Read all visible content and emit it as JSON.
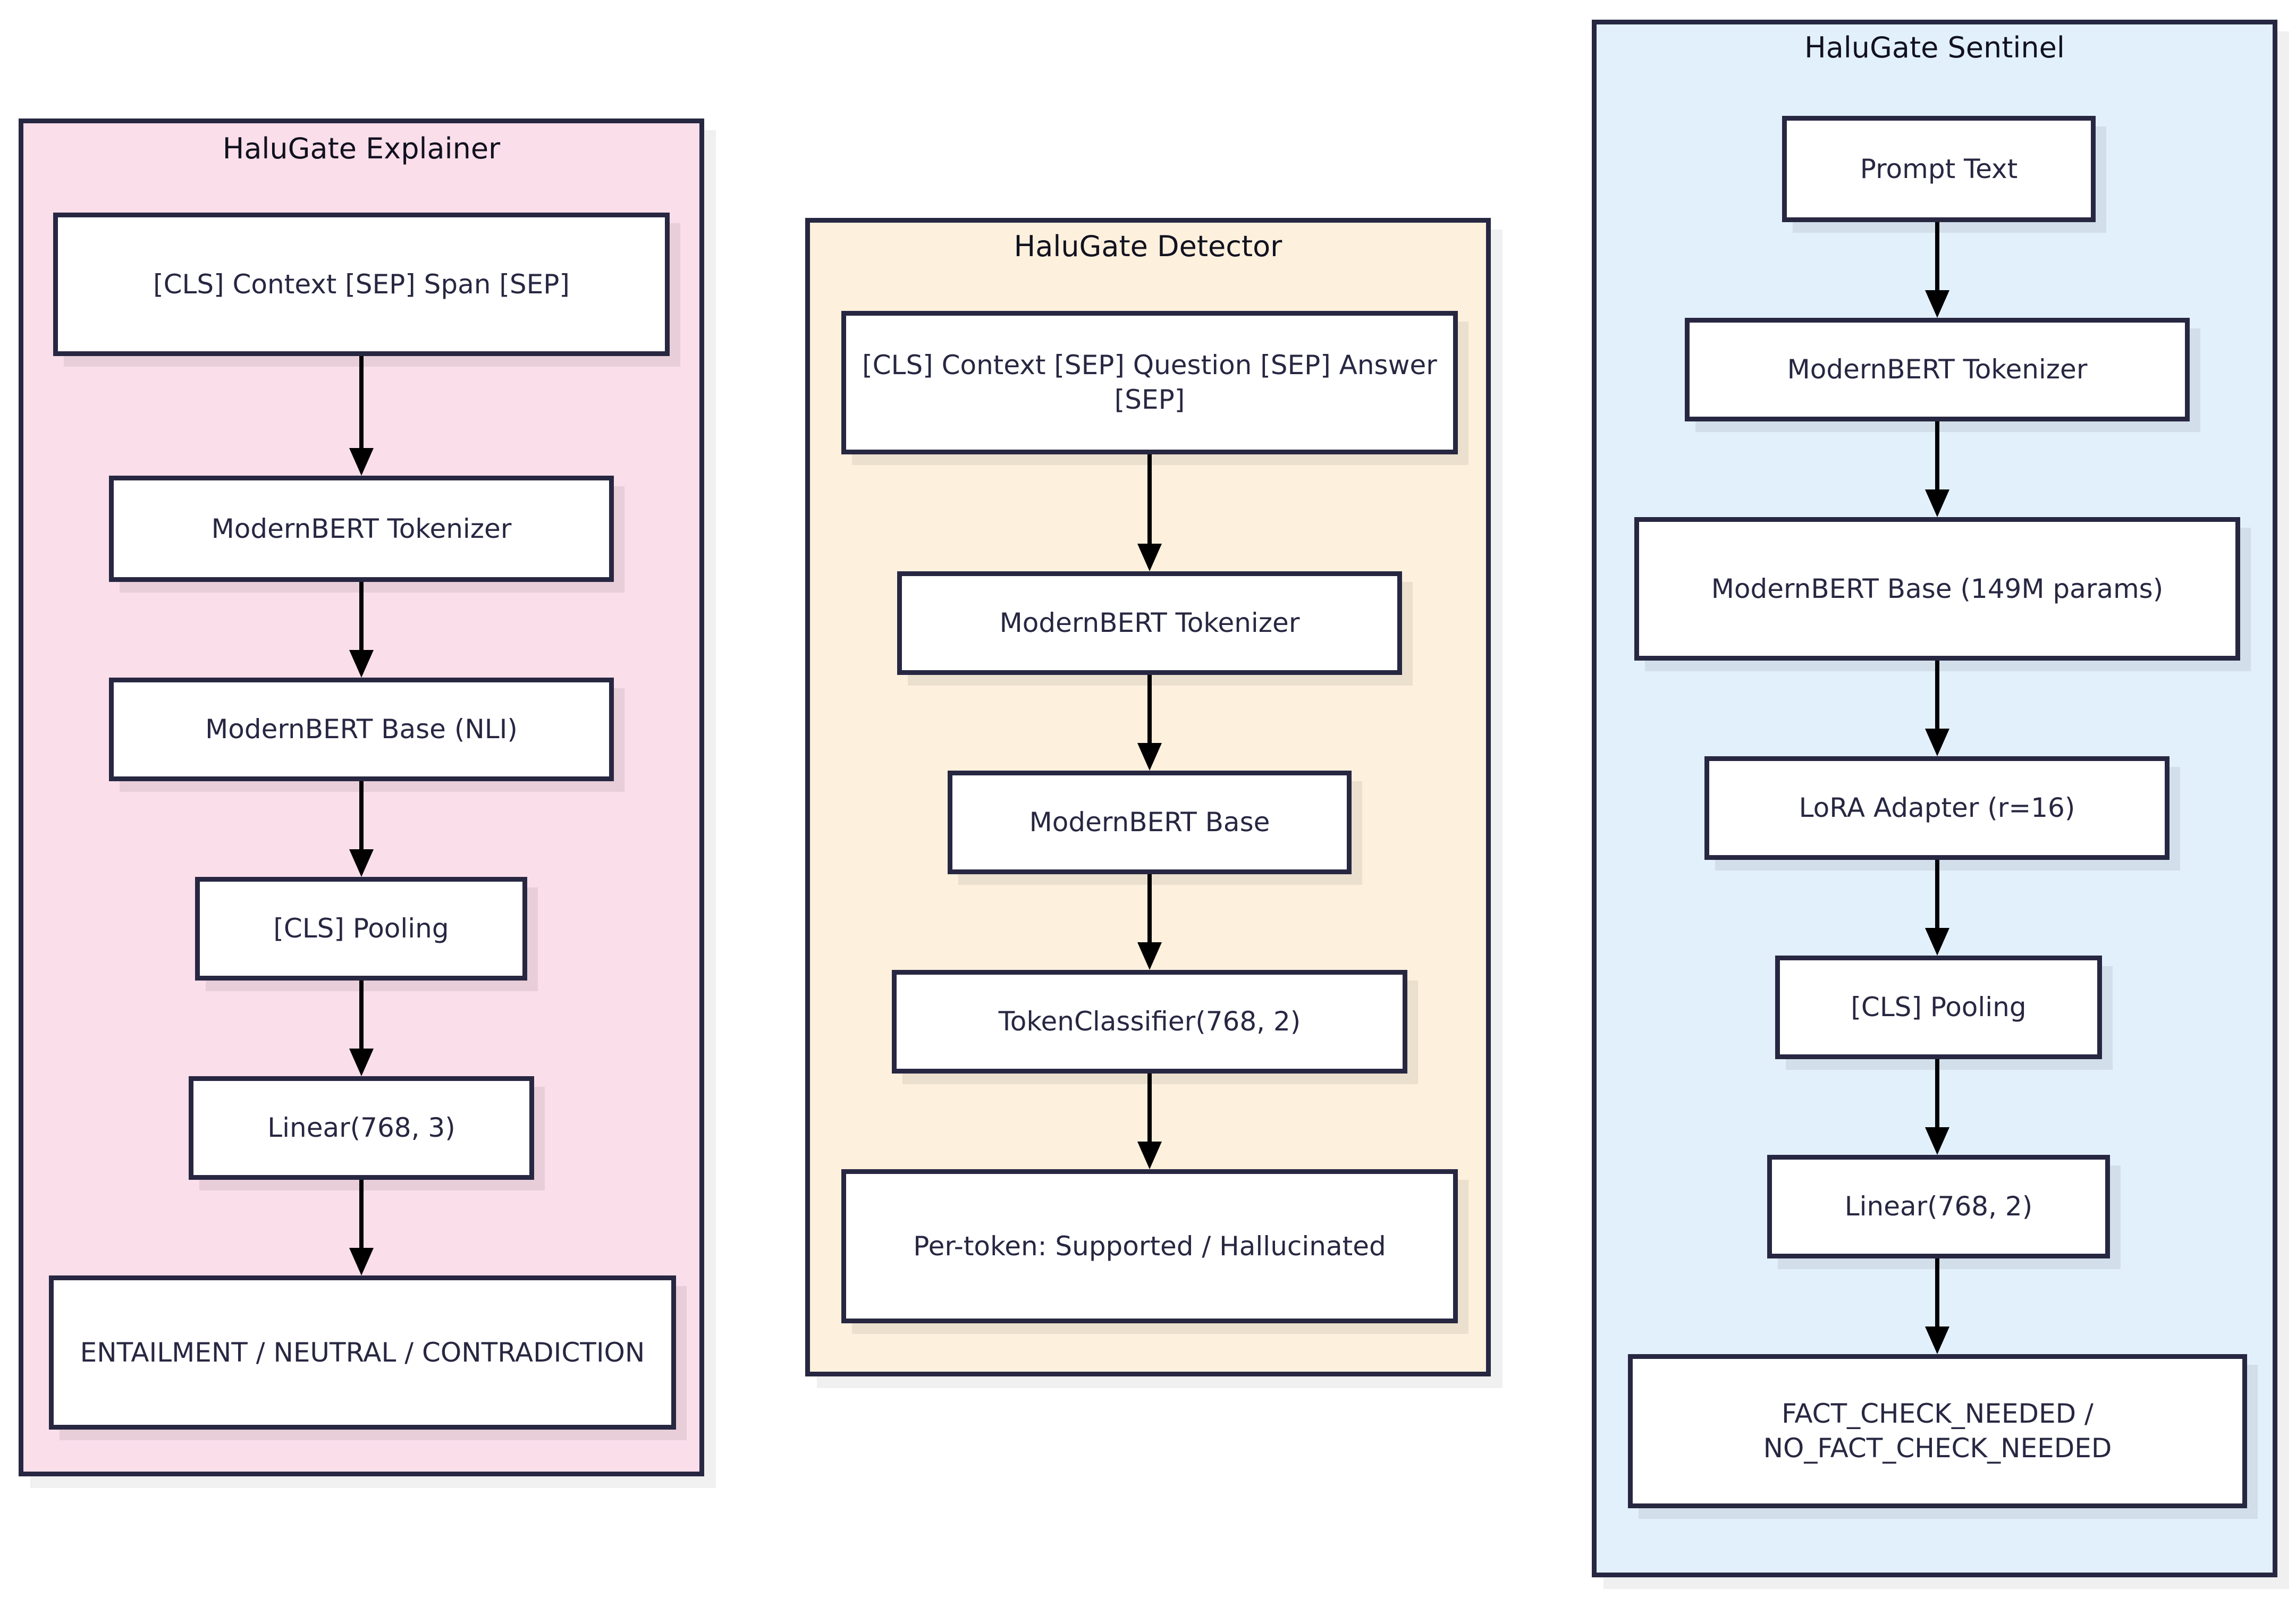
{
  "diagram": {
    "type": "flowchart",
    "orientation": "top-to-bottom",
    "lanes": [
      {
        "id": "explainer",
        "title": "HaluGate Explainer",
        "color": "#fadeea",
        "border_color": "#272742",
        "nodes": [
          {
            "id": "ex1",
            "label": "[CLS] Context [SEP] Span [SEP]"
          },
          {
            "id": "ex2",
            "label": "ModernBERT Tokenizer"
          },
          {
            "id": "ex3",
            "label": "ModernBERT Base (NLI)"
          },
          {
            "id": "ex4",
            "label": "[CLS] Pooling"
          },
          {
            "id": "ex5",
            "label": "Linear(768, 3)"
          },
          {
            "id": "ex6",
            "label": "ENTAILMENT / NEUTRAL / CONTRADICTION"
          }
        ],
        "edges": [
          {
            "from": "ex1",
            "to": "ex2"
          },
          {
            "from": "ex2",
            "to": "ex3"
          },
          {
            "from": "ex3",
            "to": "ex4"
          },
          {
            "from": "ex4",
            "to": "ex5"
          },
          {
            "from": "ex5",
            "to": "ex6"
          }
        ]
      },
      {
        "id": "detector",
        "title": "HaluGate Detector",
        "color": "#fdf0dd",
        "border_color": "#272742",
        "nodes": [
          {
            "id": "de1",
            "label": "[CLS] Context [SEP] Question [SEP] Answer [SEP]"
          },
          {
            "id": "de2",
            "label": "ModernBERT Tokenizer"
          },
          {
            "id": "de3",
            "label": "ModernBERT Base"
          },
          {
            "id": "de4",
            "label": "TokenClassifier(768, 2)"
          },
          {
            "id": "de5",
            "label": "Per-token: Supported / Hallucinated"
          }
        ],
        "edges": [
          {
            "from": "de1",
            "to": "de2"
          },
          {
            "from": "de2",
            "to": "de3"
          },
          {
            "from": "de3",
            "to": "de4"
          },
          {
            "from": "de4",
            "to": "de5"
          }
        ]
      },
      {
        "id": "sentinel",
        "title": "HaluGate Sentinel",
        "color": "#e2f0fc",
        "border_color": "#272742",
        "nodes": [
          {
            "id": "se1",
            "label": "Prompt Text"
          },
          {
            "id": "se2",
            "label": "ModernBERT Tokenizer"
          },
          {
            "id": "se3",
            "label": "ModernBERT Base (149M params)"
          },
          {
            "id": "se4",
            "label": "LoRA Adapter (r=16)"
          },
          {
            "id": "se5",
            "label": "[CLS] Pooling"
          },
          {
            "id": "se6",
            "label": "Linear(768, 2)"
          },
          {
            "id": "se7",
            "label": "FACT_CHECK_NEEDED / NO_FACT_CHECK_NEEDED"
          }
        ],
        "edges": [
          {
            "from": "se1",
            "to": "se2"
          },
          {
            "from": "se2",
            "to": "se3"
          },
          {
            "from": "se3",
            "to": "se4"
          },
          {
            "from": "se4",
            "to": "se5"
          },
          {
            "from": "se5",
            "to": "se6"
          },
          {
            "from": "se6",
            "to": "se7"
          }
        ]
      }
    ]
  }
}
